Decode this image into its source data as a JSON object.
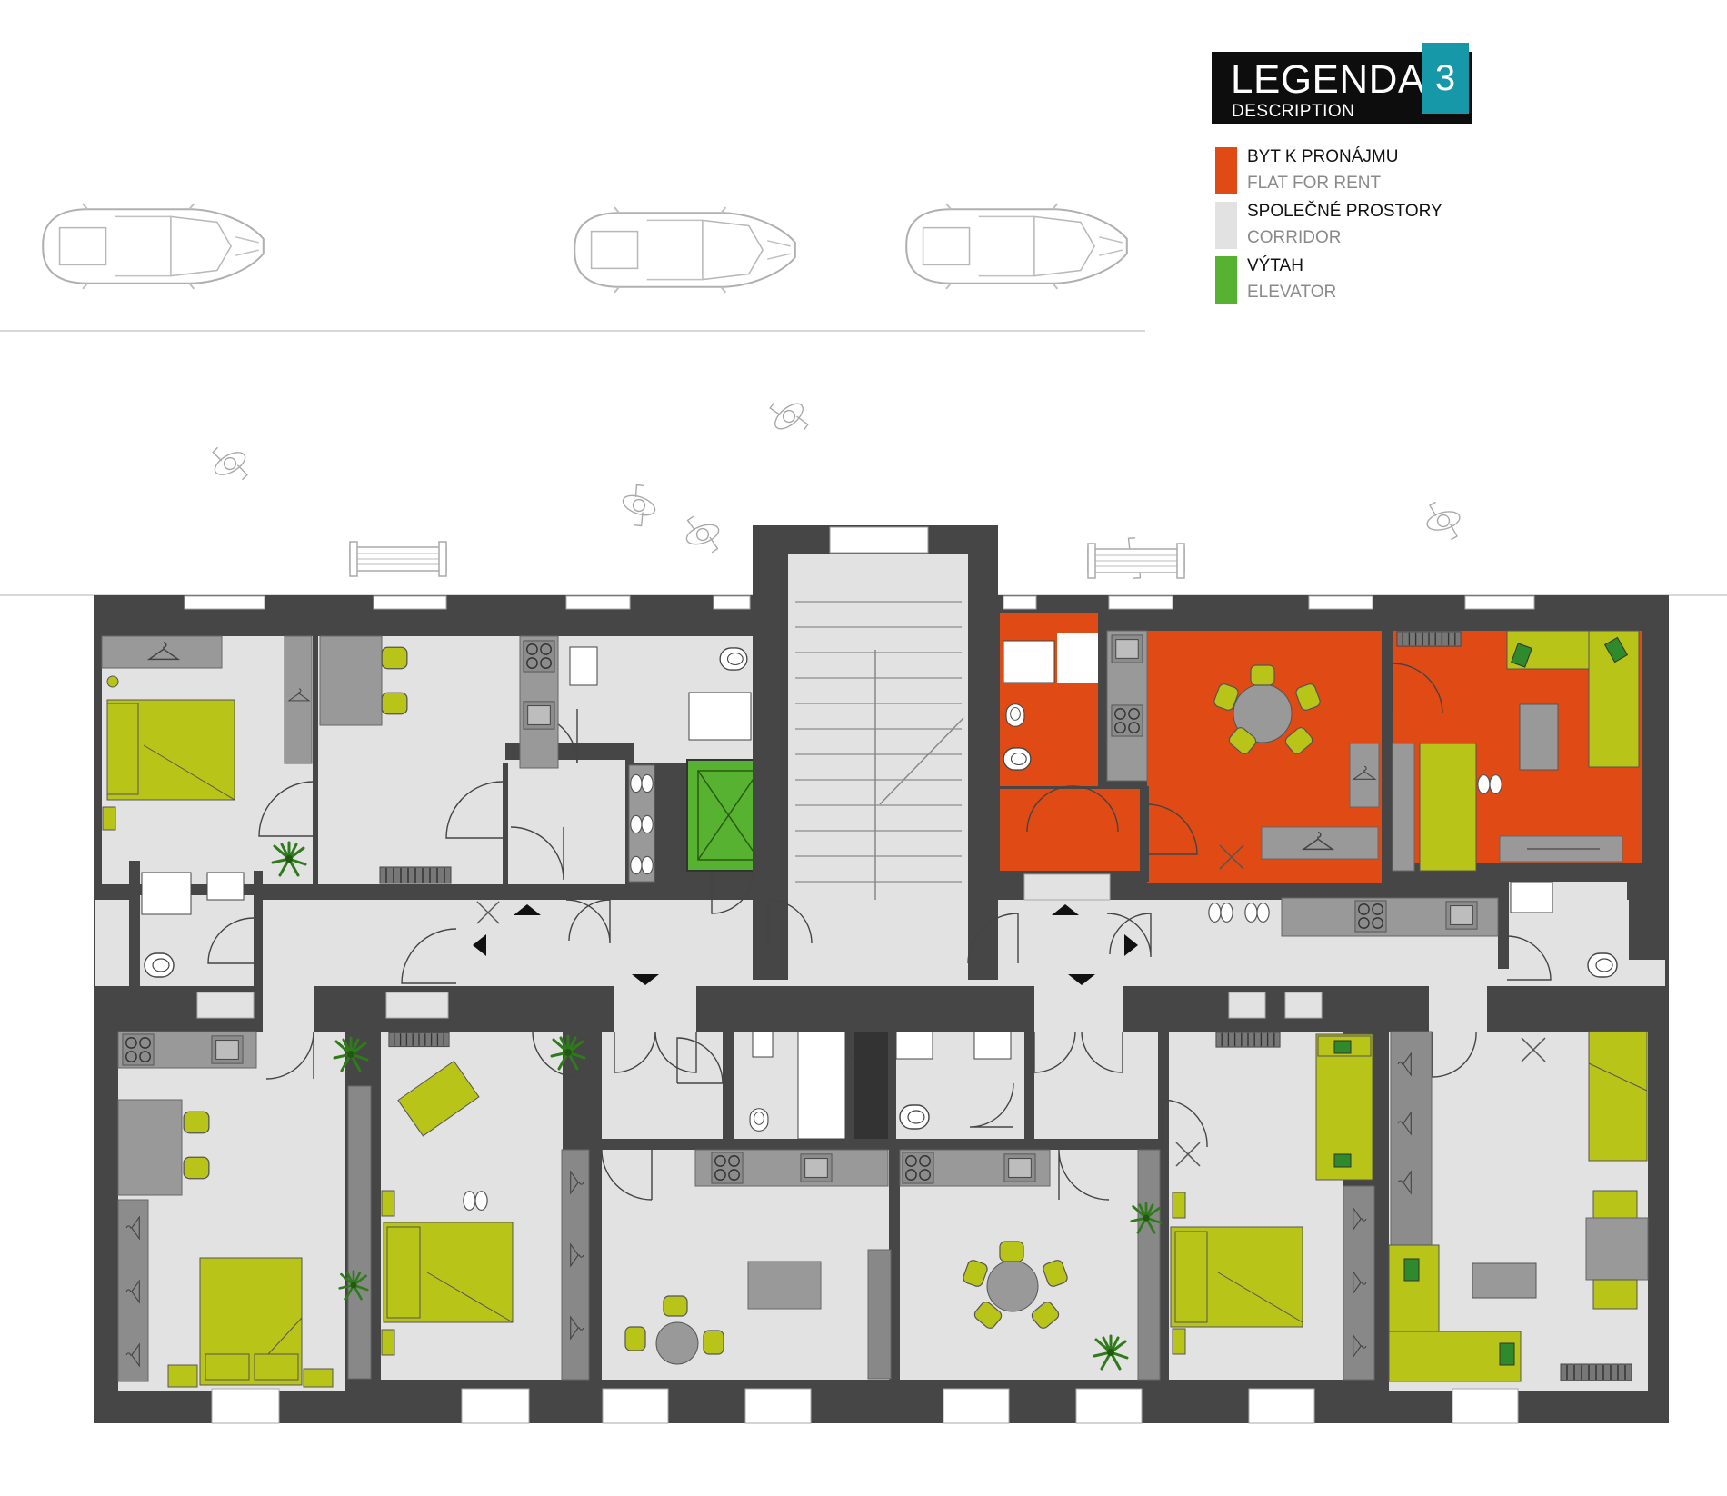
{
  "legend": {
    "title": "LEGENDA",
    "subtitle": "DESCRIPTION",
    "floor_number": "3",
    "items": [
      {
        "label_cz": "BYT K PRONÁJMU",
        "label_en": "FLAT FOR RENT",
        "color": "#e04a14"
      },
      {
        "label_cz": "SPOLEČNÉ PROSTORY",
        "label_en": "CORRIDOR",
        "color": "#e2e2e2"
      },
      {
        "label_cz": "VÝTAH",
        "label_en": "ELEVATOR",
        "color": "#56b230"
      }
    ]
  },
  "colors": {
    "wall": "#464646",
    "floor": "#e2e2e2",
    "furniture_gray": "#999999",
    "furniture_dark": "#7a7a7a",
    "upholstery": "#b9c418",
    "plant": "#2f7a1a",
    "outline": "#c8c8c8"
  },
  "icons": [
    "car-icon",
    "pedestrian-icon",
    "bench-icon",
    "bed-icon",
    "sofa-icon",
    "plant-icon",
    "door-swing-icon",
    "stair-icon",
    "elevator-icon",
    "kitchen-counter-icon",
    "toilet-icon",
    "sink-icon",
    "shower-icon",
    "hanger-icon",
    "slippers-icon",
    "radiator-icon",
    "round-table-icon",
    "direction-arrow-icon"
  ]
}
